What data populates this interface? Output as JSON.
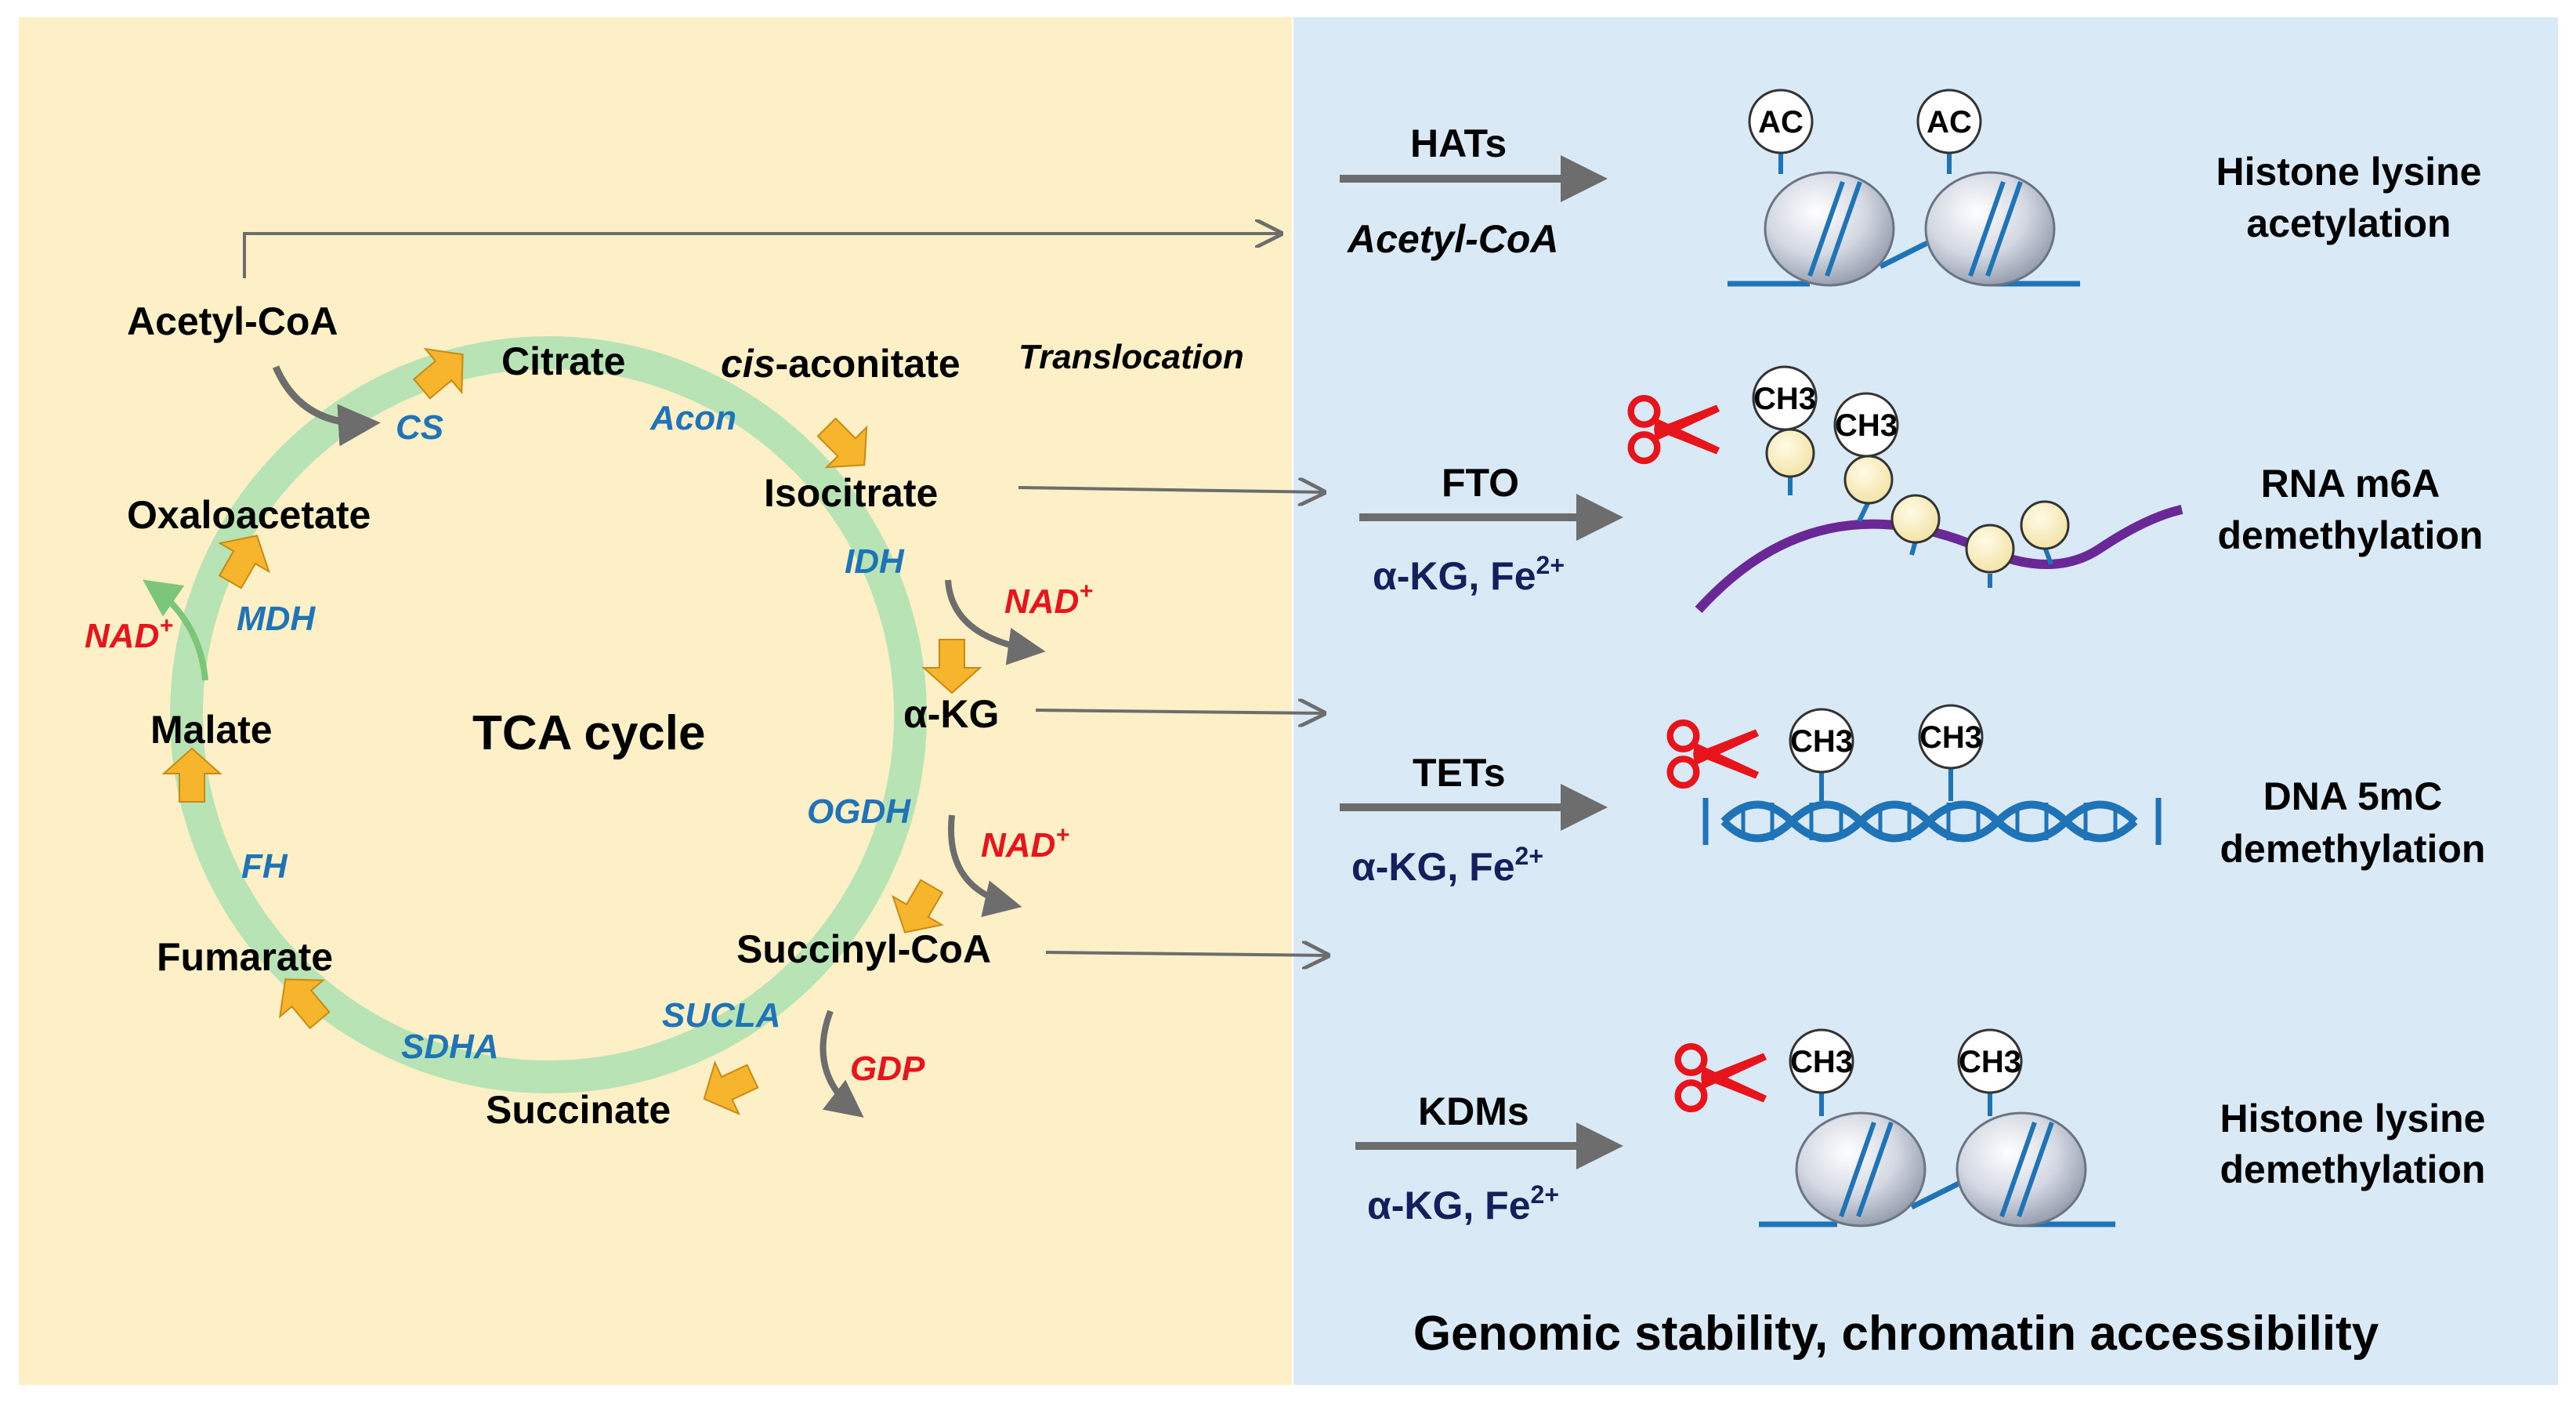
{
  "colors": {
    "left_panel": "#fdefc6",
    "right_panel": "#d9eaf6",
    "cycle_ring": "#b8e3b5",
    "step_arrow": "#f6b52c",
    "enzyme_text": "#1f73b7",
    "cofactor_text": "#e8141b",
    "dna_blue": "#1f73b7",
    "rna_purple": "#6a2796",
    "scissors_red": "#e8141b",
    "gray_arrow": "#6d6d6d"
  },
  "tca": {
    "title": "TCA cycle",
    "acetyl_coa": "Acetyl-CoA",
    "citrate": "Citrate",
    "cis_prefix": "cis",
    "cis_suffix": "-aconitate",
    "isocitrate": "Isocitrate",
    "akg": "α-KG",
    "succinyl_coa": "Succinyl-CoA",
    "succinate": "Succinate",
    "fumarate": "Fumarate",
    "malate": "Malate",
    "oxaloacetate": "Oxaloacetate",
    "enzymes": {
      "cs": "CS",
      "acon": "Acon",
      "idh": "IDH",
      "ogdh": "OGDH",
      "sucla": "SUCLA",
      "sdha": "SDHA",
      "fh": "FH",
      "mdh": "MDH"
    },
    "nad_base": "NAD",
    "nad_sup": "+",
    "gdp": "GDP",
    "translocation": "Translocation"
  },
  "reactions": [
    {
      "enzyme": "HATs",
      "cofactor": "Acetyl-CoA",
      "mark": "AC",
      "outcome": [
        "Histone lysine",
        "acetylation"
      ]
    },
    {
      "enzyme": "FTO",
      "cofactor": "α-KG, Fe",
      "cofactor_sup": "2+",
      "mark": "CH3",
      "outcome": [
        "RNA m6A",
        "demethylation"
      ]
    },
    {
      "enzyme": "TETs",
      "cofactor": "α-KG, Fe",
      "cofactor_sup": "2+",
      "mark": "CH3",
      "outcome": [
        "DNA 5mC",
        "demethylation"
      ]
    },
    {
      "enzyme": "KDMs",
      "cofactor": "α-KG, Fe",
      "cofactor_sup": "2+",
      "mark": "CH3",
      "outcome": [
        "Histone lysine",
        "demethylation"
      ]
    }
  ],
  "footer": "Genomic stability, chromatin accessibility"
}
